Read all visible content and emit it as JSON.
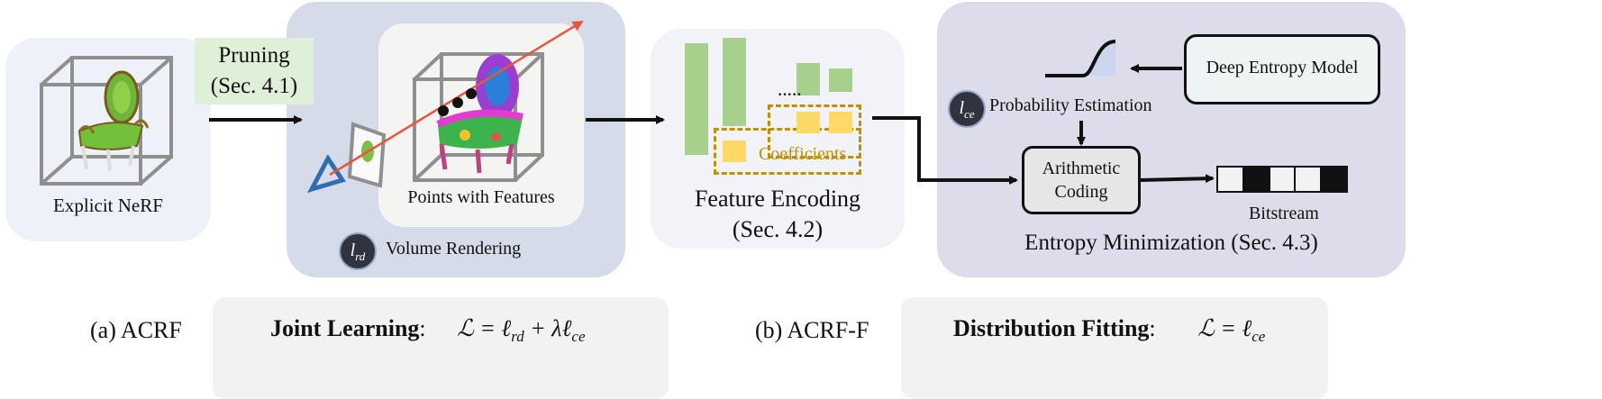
{
  "left": {
    "explicit_nerf_label": "Explicit NeRF",
    "pruning_label_line1": "Pruning",
    "pruning_label_line2": "(Sec. 4.1)"
  },
  "rendering": {
    "points_label": "Points with Features",
    "loss_symbol": "l",
    "loss_sub": "rd",
    "volume_rendering_label": "Volume Rendering"
  },
  "encoding": {
    "coefficients_label": "Coefficients",
    "title_line1": "Feature Encoding",
    "title_line2": "(Sec. 4.2)",
    "dots": "·····"
  },
  "entropy": {
    "deep_model_label": "Deep Entropy Model",
    "prob_estimation_label": "Probability Estimation",
    "loss_symbol": "l",
    "loss_sub": "ce",
    "arith_line1": "Arithmetic",
    "arith_line2": "Coding",
    "bitstream_label": "Bitstream",
    "title": "Entropy Minimization (Sec. 4.3)",
    "bits": [
      0,
      1,
      0,
      0,
      1
    ]
  },
  "bottom": {
    "a_label": "(a) ACRF",
    "joint_learning_label": "Joint Learning",
    "joint_formula": "ℒ = ℓ",
    "joint_formula_sub1": "rd",
    "joint_formula_mid": " + λℓ",
    "joint_formula_sub2": "ce",
    "b_label": "(b) ACRF-F",
    "distribution_fitting_label": "Distribution Fitting",
    "dist_formula": "ℒ = ℓ",
    "dist_formula_sub": "ce"
  },
  "colors": {
    "panel_left": "#eef1f8",
    "panel_render": "#d5dbe8",
    "panel_render_inner": "#f4f4f2",
    "panel_encoding": "#f1f3f8",
    "panel_entropy": "#dcdcea",
    "pruning_box": "#e0efd7",
    "green_bar": "#a8d08d",
    "yellow_bar": "#ffd966",
    "dashed_gold": "#bf9000",
    "ray": "#e8553a",
    "camera": "#2e6db0"
  }
}
